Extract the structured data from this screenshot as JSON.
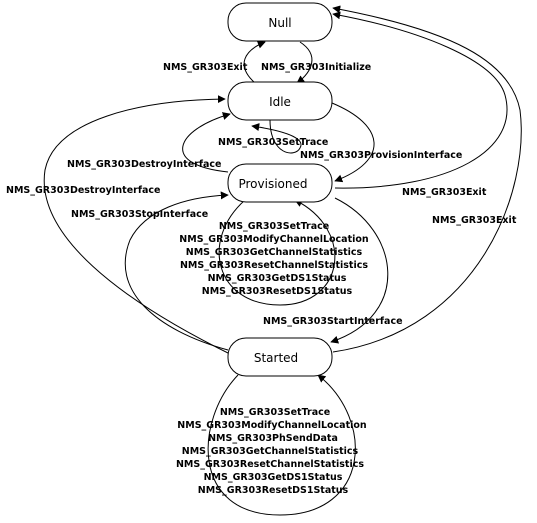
{
  "states": {
    "null": "Null",
    "idle": "Idle",
    "provisioned": "Provisioned",
    "started": "Started"
  },
  "transitions": {
    "exit_idle": "NMS_GR303Exit",
    "initialize": "NMS_GR303Initialize",
    "set_trace_idle": "NMS_GR303SetTrace",
    "provision_interface": "NMS_GR303ProvisionInterface",
    "destroy_interface_prov": "NMS_GR303DestroyInterface",
    "destroy_interface_started": "NMS_GR303DestroyInterface",
    "exit_prov": "NMS_GR303Exit",
    "exit_started": "NMS_GR303Exit",
    "stop_interface": "NMS_GR303StopInterface",
    "start_interface": "NMS_GR303StartInterface"
  },
  "provisioned_loop": [
    "NMS_GR303SetTrace",
    "NMS_GR303ModifyChannelLocation",
    "NMS_GR303GetChannelStatistics",
    "NMS_GR303ResetChannelStatistics",
    "NMS_GR303GetDS1Status",
    "NMS_GR303ResetDS1Status"
  ],
  "started_loop": [
    "NMS_GR303SetTrace",
    "NMS_GR303ModifyChannelLocation",
    "NMS_GR303PhSendData",
    "NMS_GR303GetChannelStatistics",
    "NMS_GR303ResetChannelStatistics",
    "NMS_GR303GetDS1Status",
    "NMS_GR303ResetDS1Status"
  ]
}
